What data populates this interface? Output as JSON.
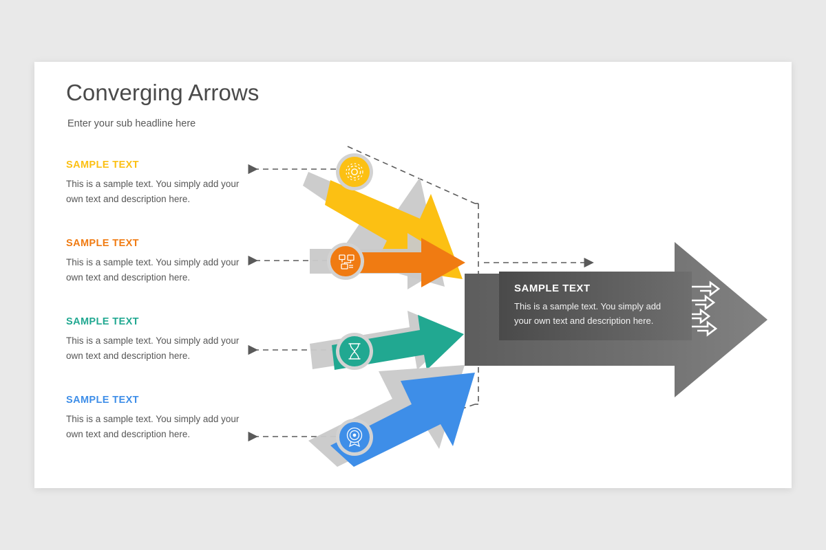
{
  "slide": {
    "title": "Converging Arrows",
    "subtitle": "Enter your sub headline here",
    "background_color": "#e9e9e9",
    "canvas_color": "#ffffff"
  },
  "items": [
    {
      "heading": "SAMPLE TEXT",
      "body": "This is a sample text. You simply add your own text and description here.",
      "color": "#fcc013",
      "icon": "gear-icon"
    },
    {
      "heading": "SAMPLE TEXT",
      "body": "This is a sample text. You simply add your own text and description here.",
      "color": "#f07b12",
      "icon": "network-icon"
    },
    {
      "heading": "SAMPLE TEXT",
      "body": "This is a sample text. You simply add your own text and description here.",
      "color": "#21a891",
      "icon": "hourglass-icon"
    },
    {
      "heading": "SAMPLE TEXT",
      "body": "This is a sample text. You simply add your own text and description here.",
      "color": "#3e8ee8",
      "icon": "target-badge-icon"
    }
  ],
  "result_panel": {
    "heading": "SAMPLE TEXT",
    "body": "This is a sample text. You simply add your own text and description here.",
    "panel_color": "#555555",
    "arrow_color": "#7b7b7b",
    "icon": "multi-arrows-icon"
  },
  "connectors": {
    "line_color": "#5a5a5a",
    "style": "dashed"
  }
}
